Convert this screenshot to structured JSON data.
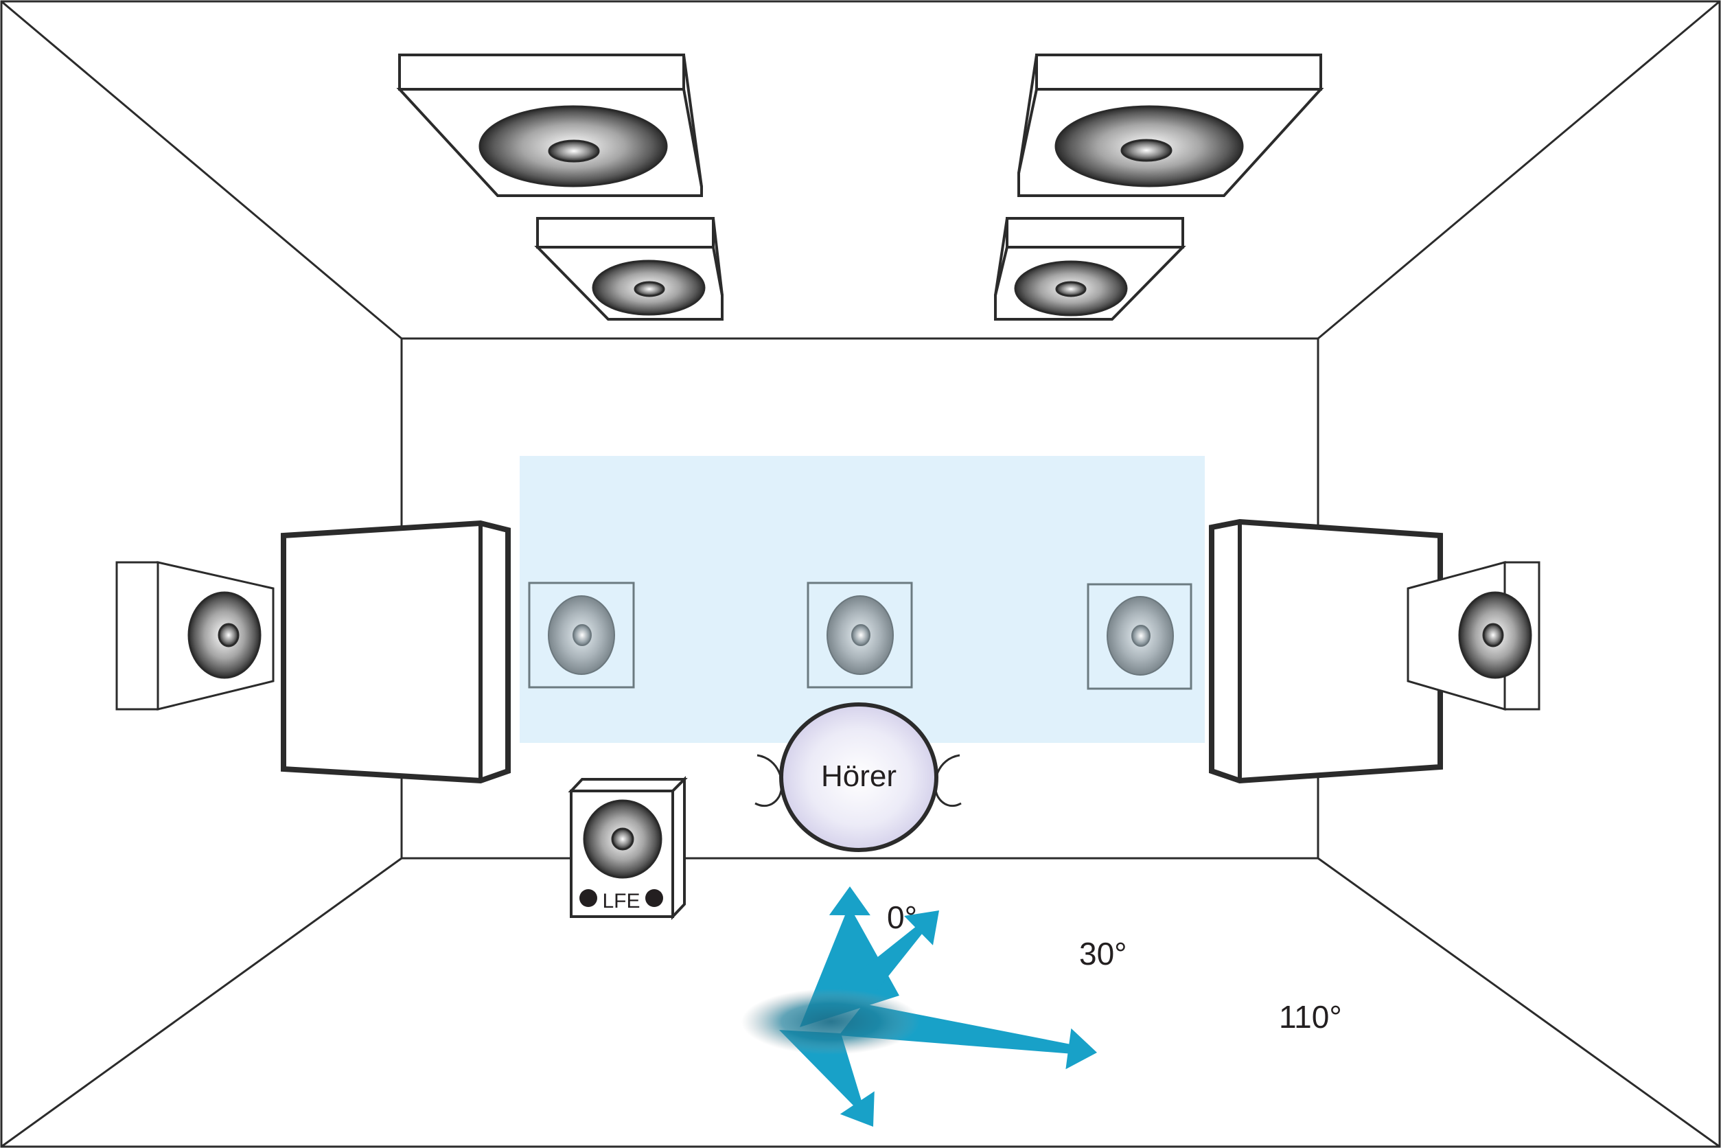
{
  "diagram": {
    "title": "Surround speaker layout (top view of listening room)",
    "listener": {
      "label": "Hörer"
    },
    "subwoofer": {
      "label": "LFE"
    },
    "angles": [
      {
        "label": "0°",
        "value_deg": 0
      },
      {
        "label": "30°",
        "value_deg": 30
      },
      {
        "label": "110°",
        "value_deg": 110
      }
    ],
    "speakers": {
      "ceiling": [
        "top-left-front",
        "top-left-rear",
        "top-right-front",
        "top-right-rear"
      ],
      "front": [
        "front-left",
        "center",
        "front-right"
      ],
      "surround": [
        "surround-left",
        "surround-right"
      ],
      "sub": [
        "lfe"
      ]
    },
    "colors": {
      "stage_area": "#e0f1fb",
      "arrow": "#18a1c8",
      "listener_fill": "#dcdaf0",
      "line": "#2b2b2b"
    }
  }
}
